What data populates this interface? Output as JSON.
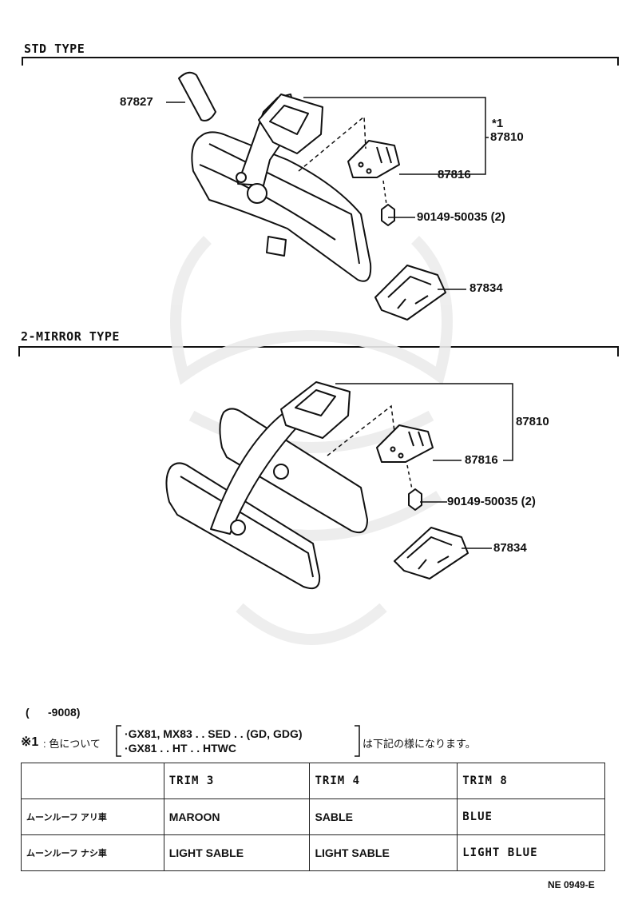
{
  "sections": {
    "std": {
      "label": "STD TYPE",
      "parts": {
        "p87827": "87827",
        "star": "*1",
        "p87810": "87810",
        "p87816": "87816",
        "screw": "90149-50035 (2)",
        "p87834": "87834"
      }
    },
    "two_mirror": {
      "label": "2-MIRROR TYPE",
      "parts": {
        "p87810": "87810",
        "p87816": "87816",
        "screw": "90149-50035 (2)",
        "p87834": "87834"
      }
    }
  },
  "note": {
    "range": "(      -9008)",
    "mark": "※1",
    "lead": ": 色について",
    "line1": "·GX81, MX83 . . SED . . (GD, GDG)",
    "line2": "·GX81 . . HT . . HTWC",
    "tail": "は下記の様になります。"
  },
  "table": {
    "headers": [
      "",
      "TRIM 3",
      "TRIM 4",
      "TRIM 8"
    ],
    "rows": [
      {
        "label": "ムーンルーフ アリ車",
        "cells": [
          "MAROON",
          "SABLE",
          "BLUE"
        ]
      },
      {
        "label": "ムーンルーフ ナシ車",
        "cells": [
          "LIGHT SABLE",
          "LIGHT SABLE",
          "LIGHT BLUE"
        ]
      }
    ]
  },
  "footer": {
    "code": "NE 0949-E"
  }
}
